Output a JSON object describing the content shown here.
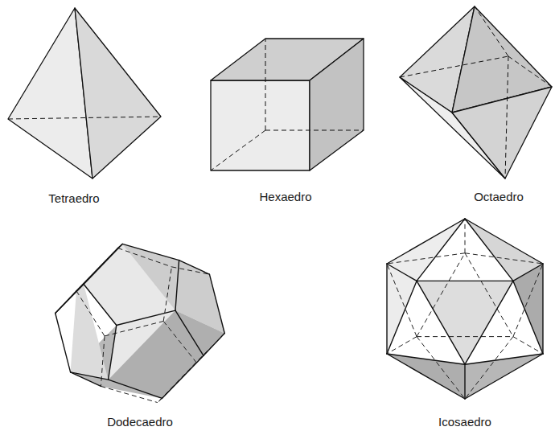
{
  "diagram": {
    "labels": [
      "Tetraedro",
      "Hexaedro",
      "Octaedro",
      "Dodecaedro",
      "Icosaedro"
    ]
  }
}
